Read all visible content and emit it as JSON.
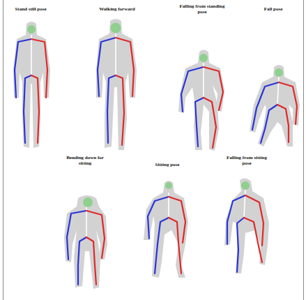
{
  "diagram": {
    "labels": [
      "Stand still pose",
      "Walking forward",
      "Falling from standing pose",
      "Fall pose",
      "Bending down for sitting",
      "Sitting pose",
      "Falling from sitting pose"
    ]
  }
}
